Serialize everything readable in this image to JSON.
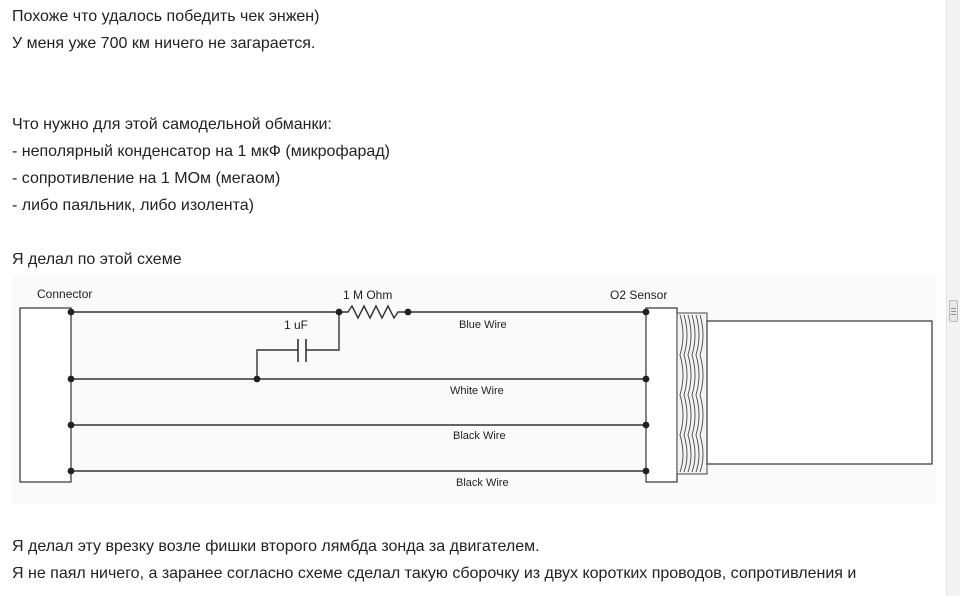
{
  "post": {
    "line1": "Похоже что удалось победить чек энжен)",
    "line2": "У меня уже 700 км ничего не загарается.",
    "list_title": "Что нужно для этой самодельной обманки:",
    "items": [
      "- неполярный конденсатор на 1 мкФ (микрофарад)",
      "- сопротивление на 1 МОм (мегаом)",
      "- либо паяльник, либо изолента)"
    ],
    "scheme_intro": "Я делал по этой схеме",
    "after1": "Я делал эту врезку возле фишки второго лямбда зонда за двигателем.",
    "after2": "Я не паял ничего, а заранее согласно схеме сделал такую сборочку из двух коротких проводов, сопротивления и"
  },
  "diagram": {
    "connector_label": "Connector",
    "sensor_label": "O2 Sensor",
    "resistor_label": "1 M Ohm",
    "capacitor_label": "1 uF",
    "wire_blue": "Blue Wire",
    "wire_white": "White Wire",
    "wire_black1": "Black Wire",
    "wire_black2": "Black Wire"
  }
}
